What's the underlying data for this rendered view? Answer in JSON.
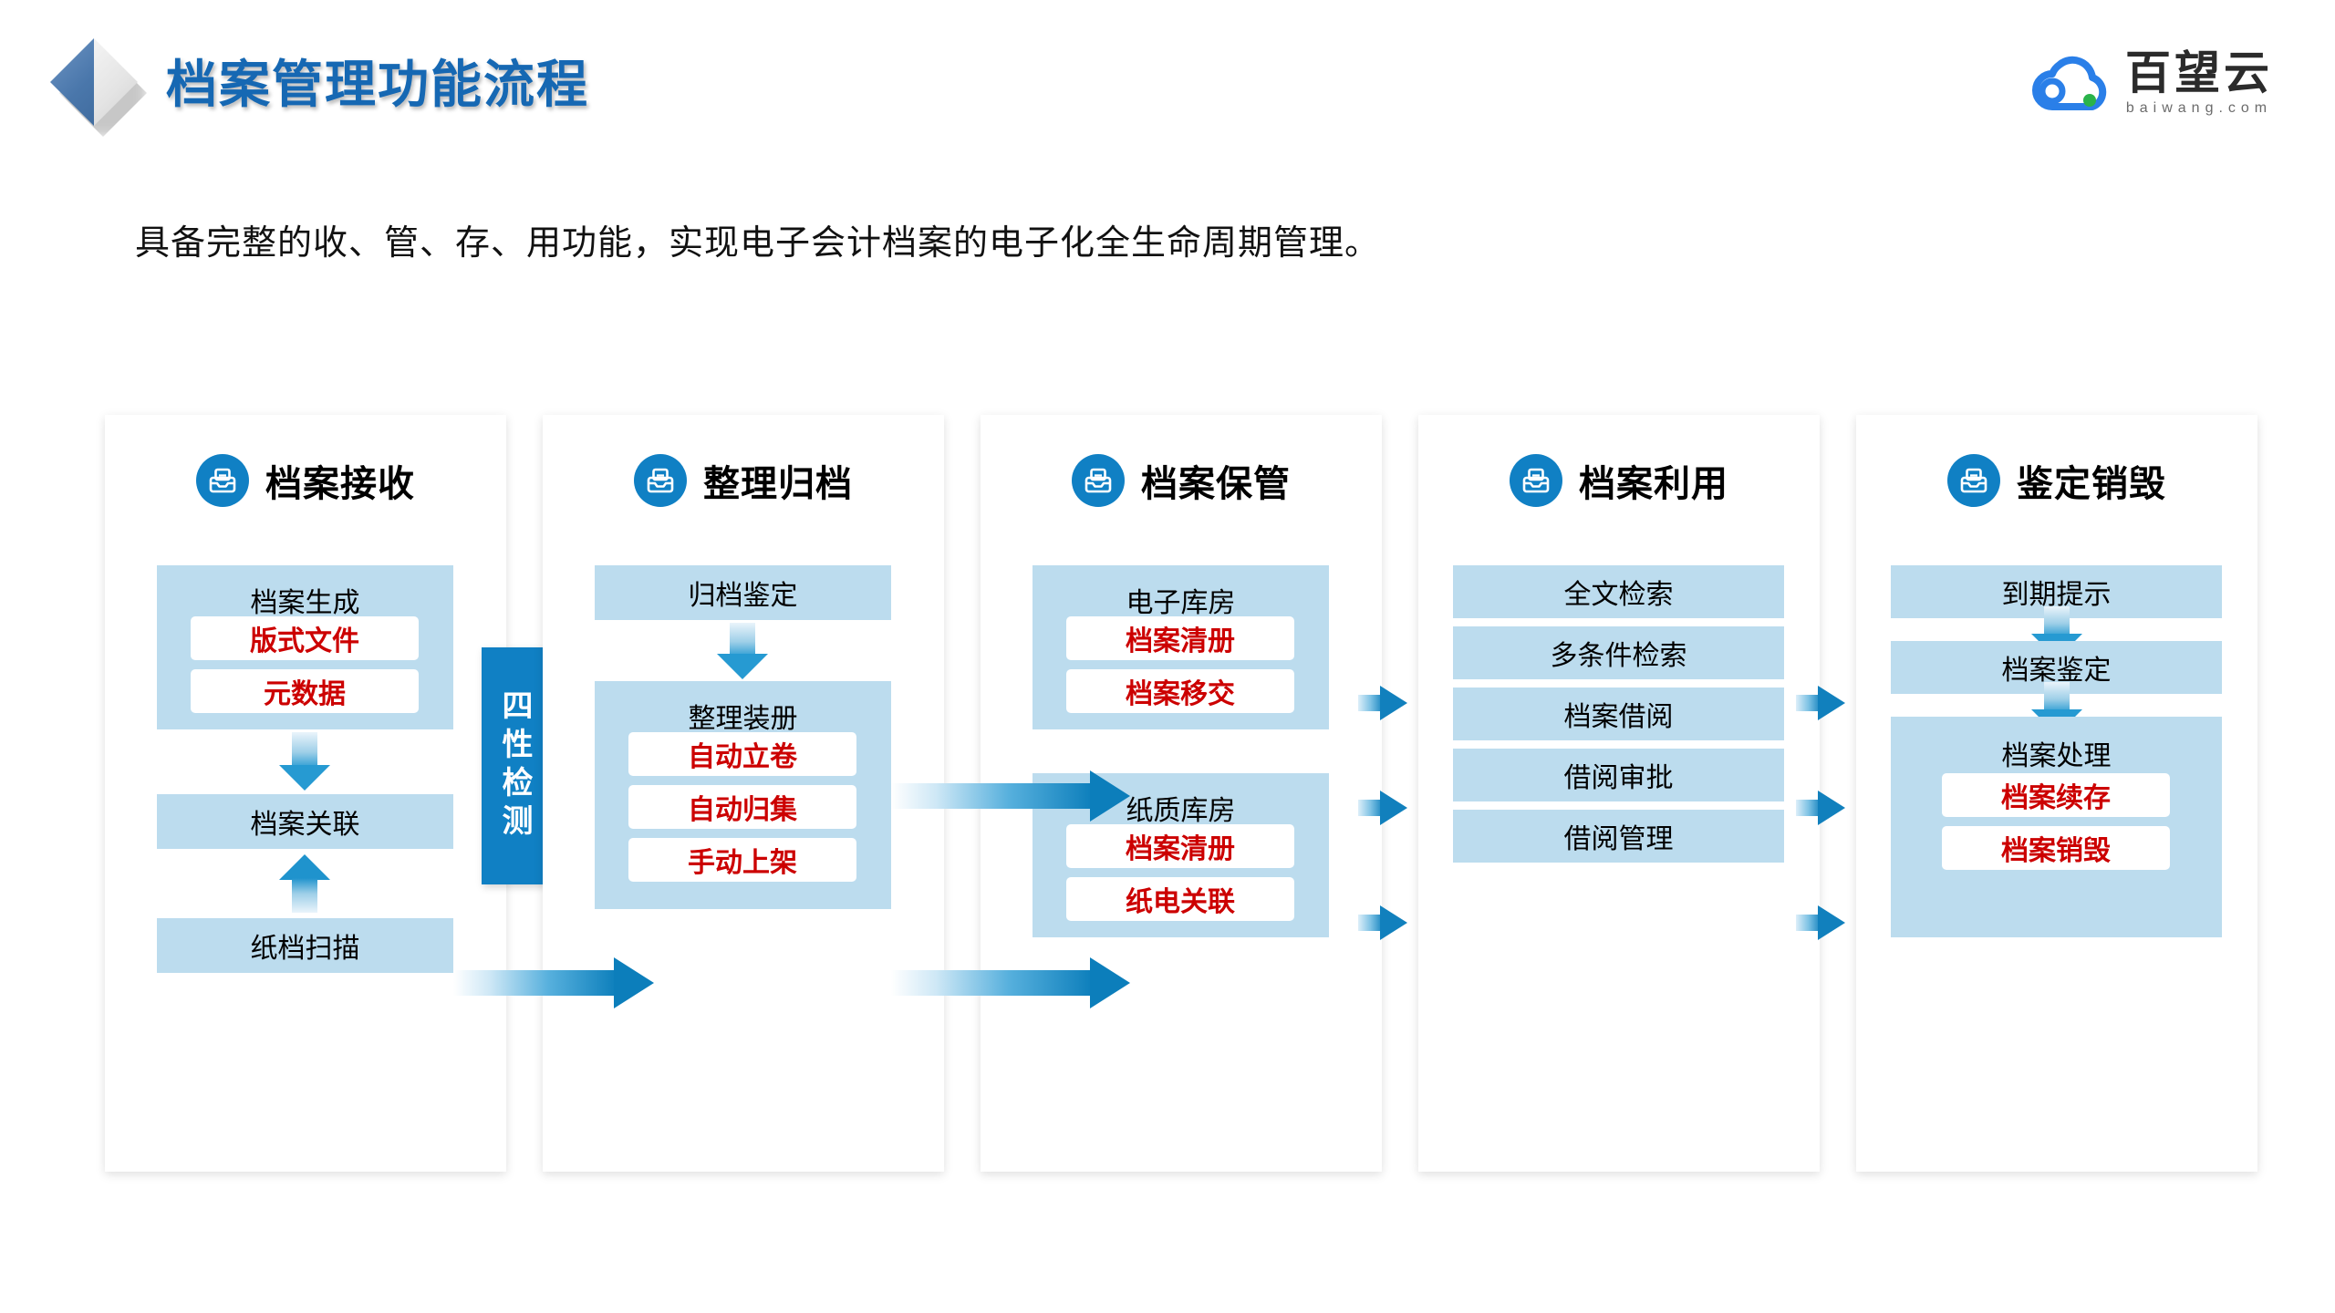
{
  "header": {
    "title": "档案管理功能流程",
    "logo_cn": "百望云",
    "logo_en": "baiwang.com",
    "logo_icon": "cloud-icon",
    "brand_icon": "diamond-logo"
  },
  "subtitle": "具备完整的收、管、存、用功能，实现电子会计档案的电子化全生命周期管理。",
  "vertical_bar": {
    "label": "四性检测"
  },
  "colors": {
    "title_blue": "#1668b3",
    "icon_blue": "#1080c4",
    "box_blue": "#bcdcee",
    "accent_red": "#cc0000",
    "arrow_blue": "#0c7ebb"
  },
  "columns": [
    {
      "id": "archive-receive",
      "title": "档案接收",
      "icon": "inbox-icon",
      "groups": [
        {
          "label": "档案生成",
          "items": [
            "版式文件",
            "元数据"
          ]
        },
        {
          "label": "档案关联",
          "items": []
        },
        {
          "label": "纸档扫描",
          "items": []
        }
      ]
    },
    {
      "id": "organize-file",
      "title": "整理归档",
      "icon": "inbox-icon",
      "groups": [
        {
          "label": "归档鉴定",
          "items": []
        },
        {
          "label": "整理装册",
          "items": [
            "自动立卷",
            "自动归集",
            "手动上架"
          ]
        }
      ]
    },
    {
      "id": "archive-custody",
      "title": "档案保管",
      "icon": "inbox-icon",
      "groups": [
        {
          "label": "电子库房",
          "items": [
            "档案清册",
            "档案移交"
          ]
        },
        {
          "label": "纸质库房",
          "items": [
            "档案清册",
            "纸电关联"
          ]
        }
      ]
    },
    {
      "id": "archive-usage",
      "title": "档案利用",
      "icon": "inbox-icon",
      "groups": [
        {
          "label": "全文检索",
          "items": []
        },
        {
          "label": "多条件检索",
          "items": []
        },
        {
          "label": "档案借阅",
          "items": []
        },
        {
          "label": "借阅审批",
          "items": []
        },
        {
          "label": "借阅管理",
          "items": []
        }
      ]
    },
    {
      "id": "appraise-destroy",
      "title": "鉴定销毁",
      "icon": "inbox-icon",
      "groups": [
        {
          "label": "到期提示",
          "items": []
        },
        {
          "label": "档案鉴定",
          "items": []
        },
        {
          "label": "档案处理",
          "items": [
            "档案续存",
            "档案销毁"
          ]
        }
      ]
    }
  ]
}
